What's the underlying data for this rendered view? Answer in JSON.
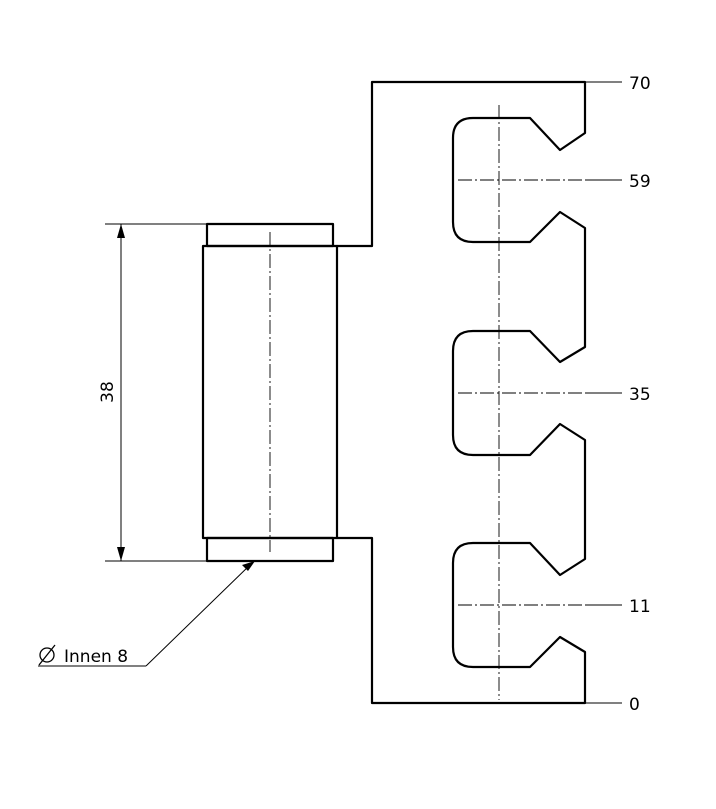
{
  "drawing": {
    "height_dimension": "38",
    "inner_diameter_symbol": "Ø",
    "inner_diameter_label": "Innen 8",
    "positions": [
      "70",
      "59",
      "35",
      "11",
      "0"
    ]
  }
}
